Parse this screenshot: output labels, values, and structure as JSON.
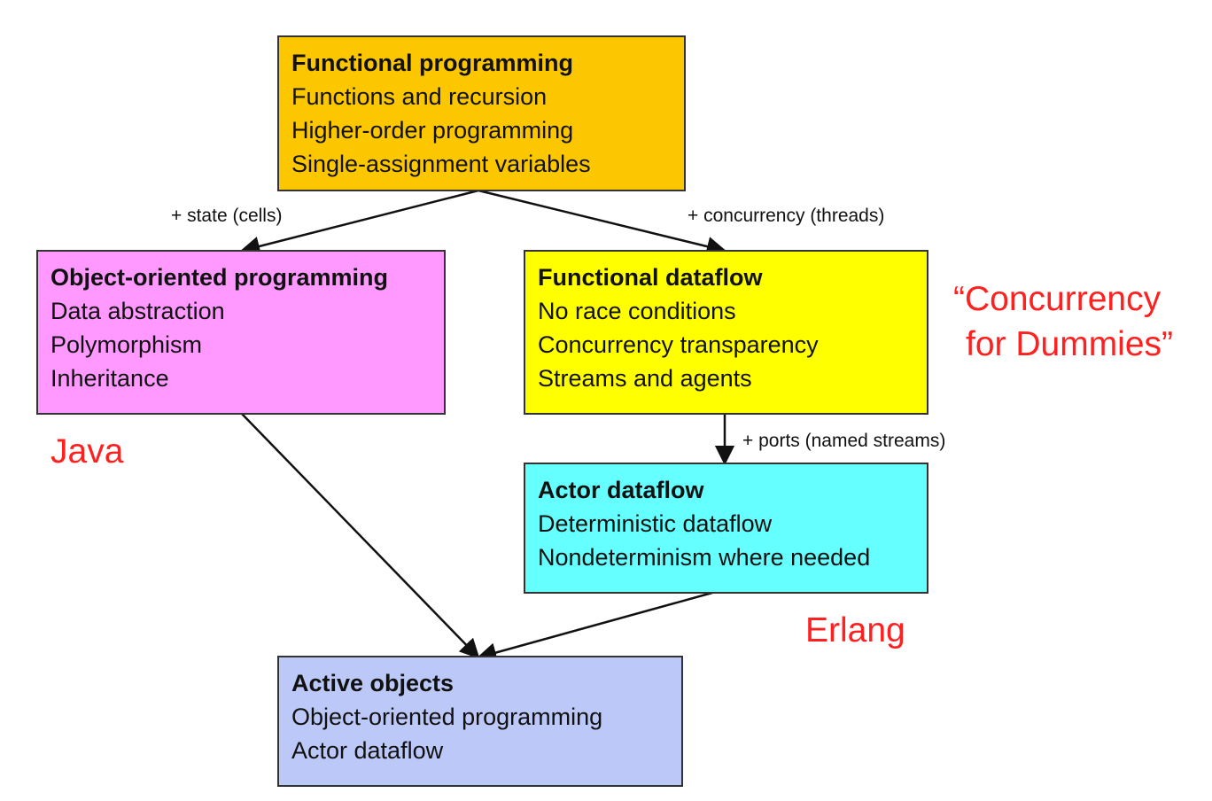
{
  "colors": {
    "functional": "#fdc700",
    "oop": "#ff99ff",
    "dataflow": "#ffff00",
    "actor": "#66ffff",
    "active": "#bcc8f8",
    "annotation": "#ff2020",
    "edge": "#111111"
  },
  "nodes": {
    "functional": {
      "title": "Functional programming",
      "lines": [
        "Functions and recursion",
        "Higher-order programming",
        "Single-assignment variables"
      ]
    },
    "oop": {
      "title": "Object-oriented programming",
      "lines": [
        "Data abstraction",
        "Polymorphism",
        "Inheritance"
      ]
    },
    "dataflow": {
      "title": "Functional dataflow",
      "lines": [
        "No race conditions",
        "Concurrency transparency",
        "Streams and agents"
      ]
    },
    "actor": {
      "title": "Actor dataflow",
      "lines": [
        "Deterministic dataflow",
        "Nondeterminism where needed"
      ]
    },
    "active": {
      "title": "Active objects",
      "lines": [
        "Object-oriented programming",
        "Actor dataflow"
      ]
    }
  },
  "edge_labels": {
    "state": "+ state (cells)",
    "concurrency": "+ concurrency (threads)",
    "ports": "+ ports (named streams)"
  },
  "annotations": {
    "java": "Java",
    "erlang": "Erlang",
    "dummies_line1": "“Concurrency",
    "dummies_line2": "for Dummies”"
  }
}
